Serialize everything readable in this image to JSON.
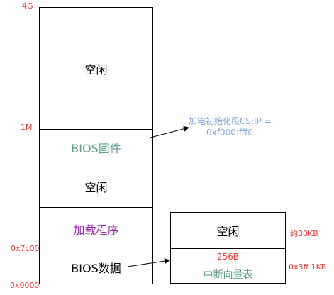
{
  "memory_map": {
    "address_labels": {
      "top": "4G",
      "one_mb": "1M",
      "boot_addr": "0x7c00",
      "zero": "0x0000"
    },
    "segments": {
      "free_top": "空闲",
      "bios_firmware": "BIOS固件",
      "free_mid": "空闲",
      "loader": "加载程序",
      "bios_data": "BIOS数据"
    },
    "colors": {
      "bios_firmware": "#5b9e8c",
      "loader": "#9c27b0",
      "address_label": "#e53935",
      "note": "#7da7d9"
    }
  },
  "init_note": {
    "line1": "加电初始化段CS:IP =",
    "line2": "0xf000:fff0"
  },
  "bios_data_detail": {
    "segments": {
      "free": "空闲",
      "size_256": "256B",
      "ivt": "中断向量表"
    },
    "size_labels": {
      "free_size": "约30KB",
      "ivt_size": "0x3ff 1KB"
    },
    "colors": {
      "size_256": "#e53935",
      "ivt": "#5b9e8c"
    }
  }
}
